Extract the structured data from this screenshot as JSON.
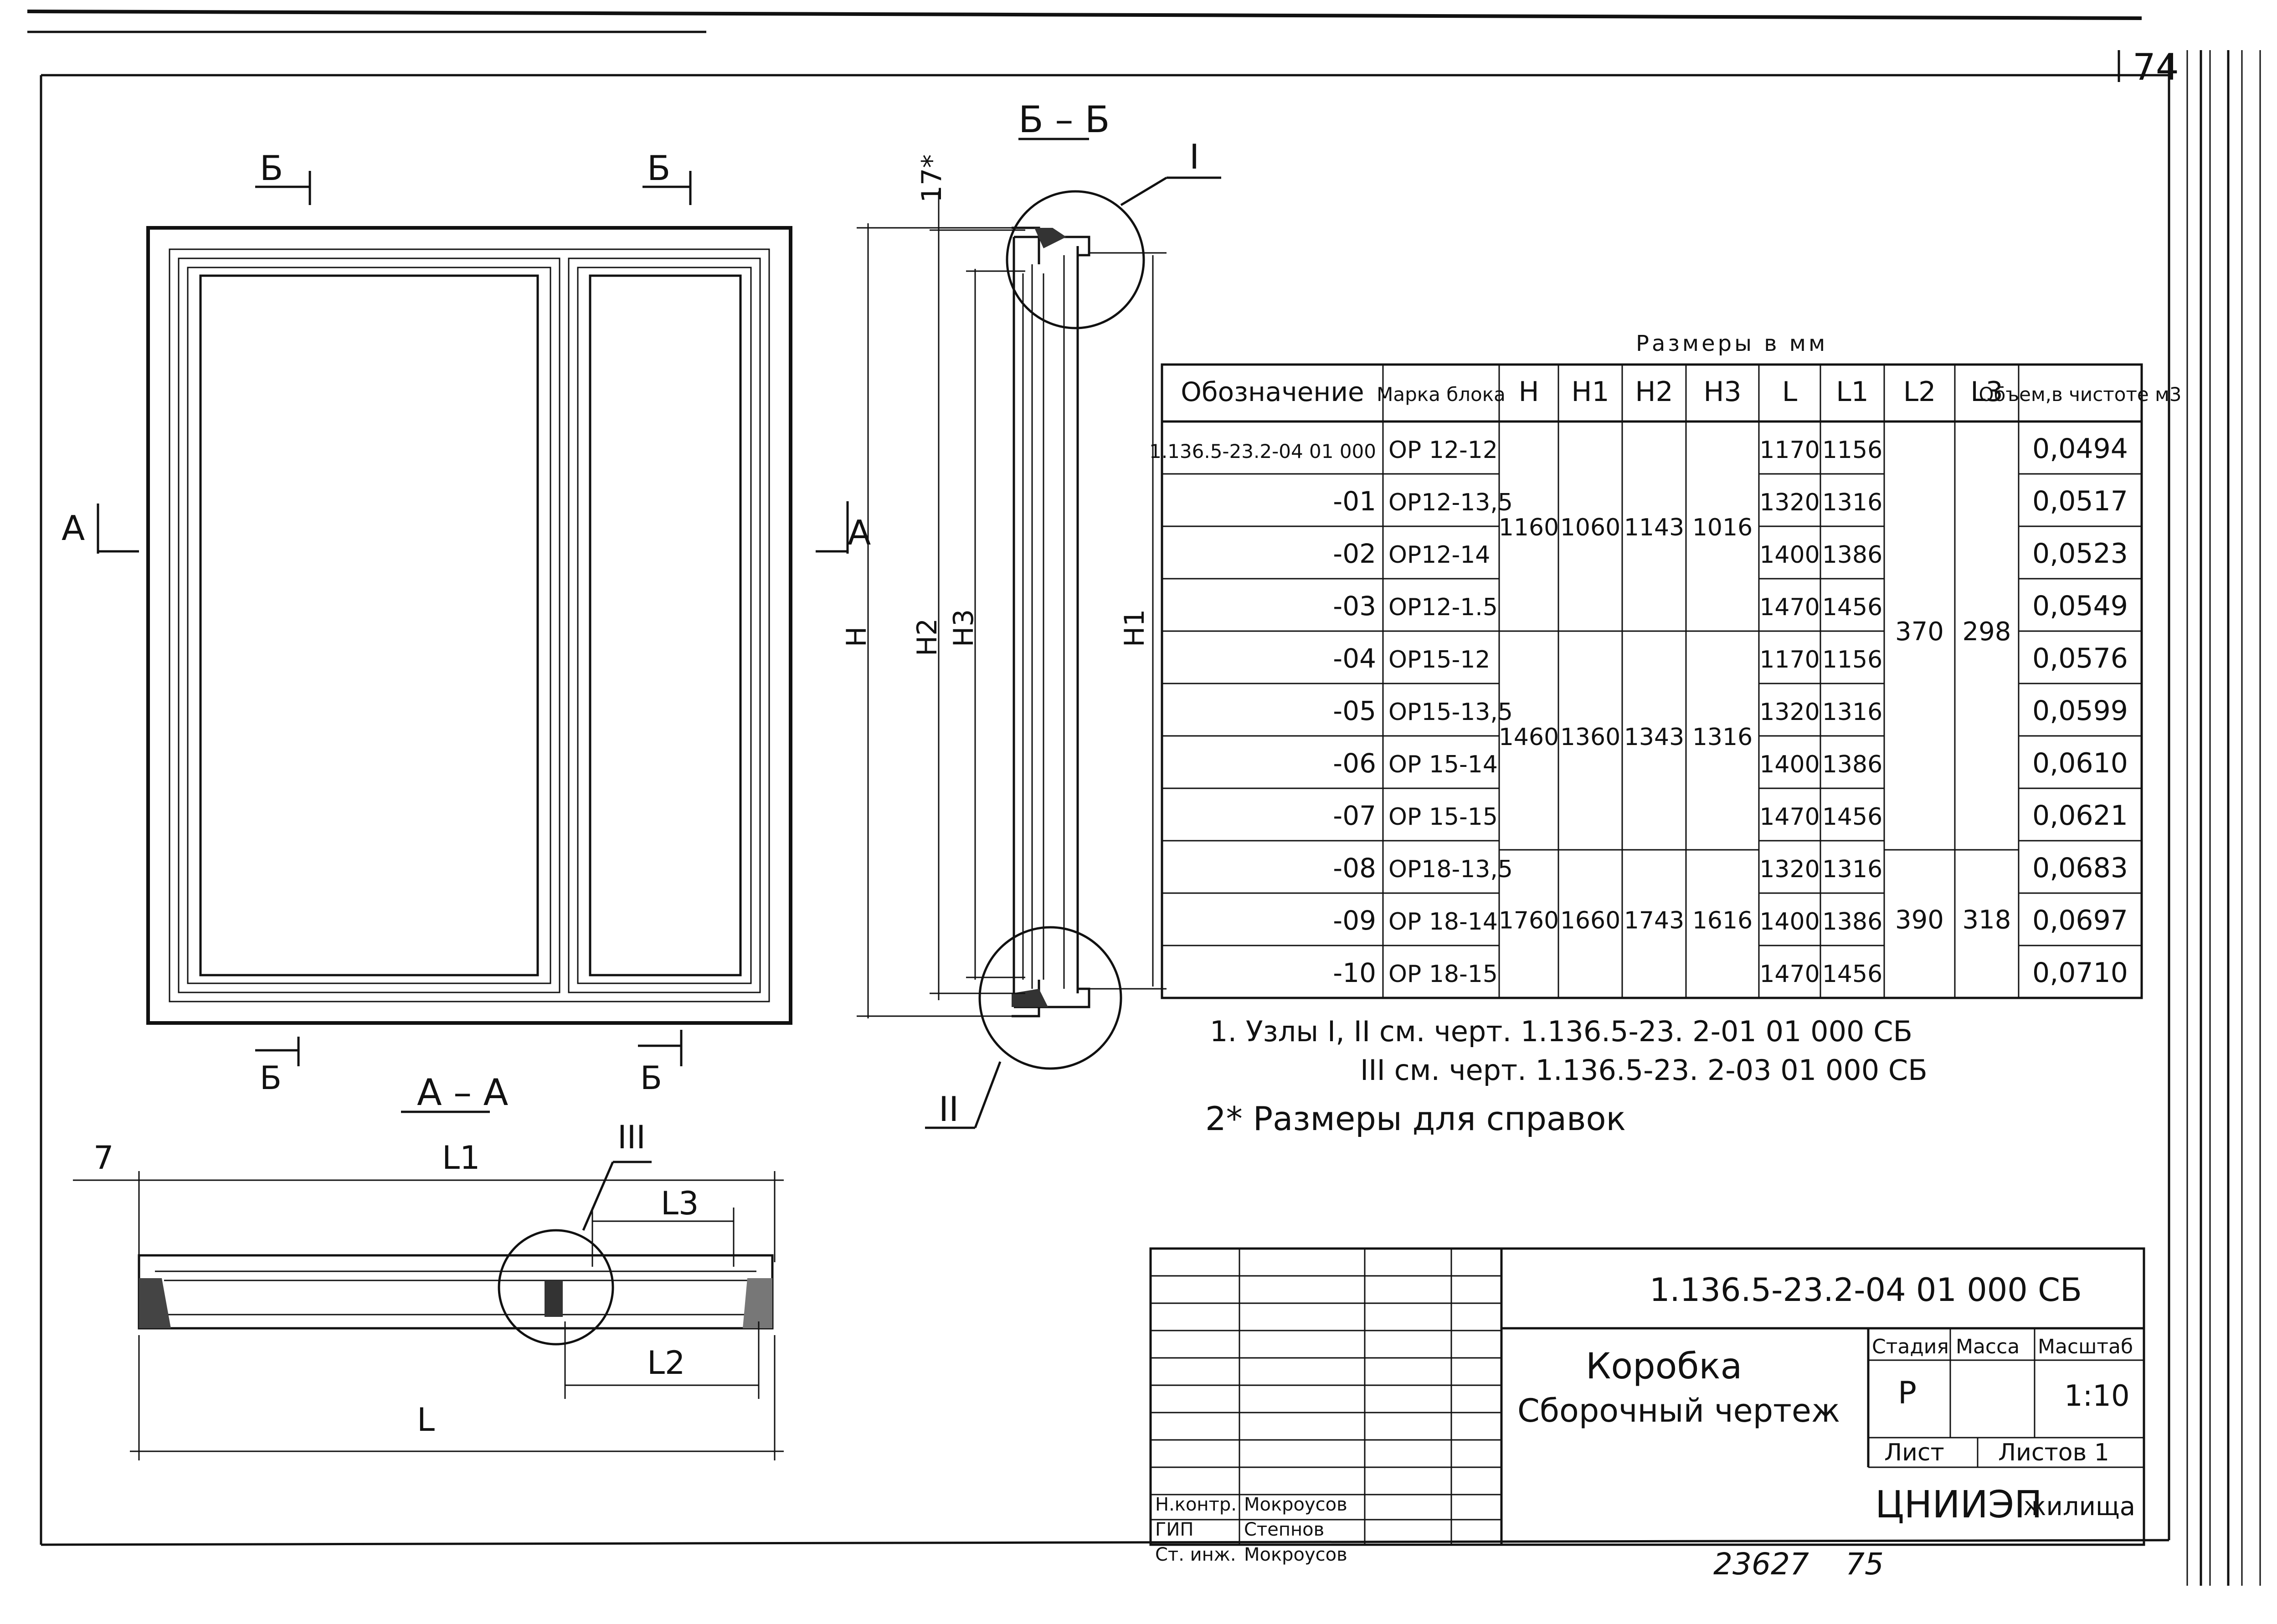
{
  "sheet_number": "74",
  "sections": {
    "bb_title": "Б – Б",
    "aa_title": "А – А",
    "cut_b": "Б",
    "cut_a": "А",
    "dim_h": "H",
    "dim_h1": "H1",
    "dim_h2": "H2",
    "dim_h3": "H3",
    "dim_17": "17*",
    "dim_7": "7",
    "dim_l": "L",
    "dim_l1": "L1",
    "dim_l2": "L2",
    "dim_l3": "L3",
    "node_1": "I",
    "node_2": "II",
    "node_3": "III"
  },
  "table": {
    "caption": "Размеры в мм",
    "headers": [
      "Обозначение",
      "Марка блока",
      "H",
      "H1",
      "H2",
      "H3",
      "L",
      "L1",
      "L2",
      "L3",
      "Объем,в чистоте м3"
    ],
    "rows": [
      {
        "designation": "1.136.5-23.2-04 01 000",
        "mark": "ОР 12-12",
        "L": "1170",
        "L1": "1156",
        "volume": "0,0494"
      },
      {
        "designation": "-01",
        "mark": "ОР12-13,5",
        "L": "1320",
        "L1": "1316",
        "volume": "0,0517"
      },
      {
        "designation": "-02",
        "mark": "ОР12-14",
        "L": "1400",
        "L1": "1386",
        "volume": "0,0523"
      },
      {
        "designation": "-03",
        "mark": "ОР12-1.5",
        "L": "1470",
        "L1": "1456",
        "volume": "0,0549"
      },
      {
        "designation": "-04",
        "mark": "ОР15-12",
        "L": "1170",
        "L1": "1156",
        "volume": "0,0576"
      },
      {
        "designation": "-05",
        "mark": "ОР15-13,5",
        "L": "1320",
        "L1": "1316",
        "volume": "0,0599"
      },
      {
        "designation": "-06",
        "mark": "ОР 15-14",
        "L": "1400",
        "L1": "1386",
        "volume": "0,0610"
      },
      {
        "designation": "-07",
        "mark": "ОР 15-15",
        "L": "1470",
        "L1": "1456",
        "volume": "0,0621"
      },
      {
        "designation": "-08",
        "mark": "ОР18-13,5",
        "L": "1320",
        "L1": "1316",
        "volume": "0,0683"
      },
      {
        "designation": "-09",
        "mark": "ОР 18-14",
        "L": "1400",
        "L1": "1386",
        "volume": "0,0697"
      },
      {
        "designation": "-10",
        "mark": "ОР 18-15",
        "L": "1470",
        "L1": "1456",
        "volume": "0,0710"
      }
    ],
    "groups_h": [
      {
        "H": "1160",
        "H1": "1060",
        "H2": "1143",
        "H3": "1016"
      },
      {
        "H": "1460",
        "H1": "1360",
        "H2": "1343",
        "H3": "1316"
      },
      {
        "H": "1760",
        "H1": "1660",
        "H2": "1743",
        "H3": "1616"
      }
    ],
    "groups_l": [
      {
        "L2": "370",
        "L3": "298"
      },
      {
        "L2": "390",
        "L3": "318"
      }
    ]
  },
  "notes": {
    "n1a": "1. Узлы I, II см. черт. 1.136.5-23. 2-01  01  000 СБ",
    "n1b": "III см.   черт. 1.136.5-23. 2-03 01  000 СБ",
    "n2": "2* Размеры для справок"
  },
  "title_block": {
    "doc_code": "1.136.5-23.2-04 01 000 СБ",
    "name_line1": "Коробка",
    "name_line2": "Сборочный чертеж",
    "stage_label": "Стадия",
    "mass_label": "Масса",
    "scale_label": "Масштаб",
    "stage_value": "Р",
    "scale_value": "1:10",
    "sheet_label": "Лист",
    "sheets_label": "Листов 1",
    "org_left": "ЦНИИЭП",
    "org_right": "жилища",
    "sign_rows": [
      {
        "role": "Н.контр.",
        "name": "Мокроусов"
      },
      {
        "role": "ГИП",
        "name": "Степнов"
      },
      {
        "role": "Ст. инж.",
        "name": "Мокроусов"
      }
    ]
  },
  "footer": {
    "inventory": "23627",
    "page": "75"
  }
}
